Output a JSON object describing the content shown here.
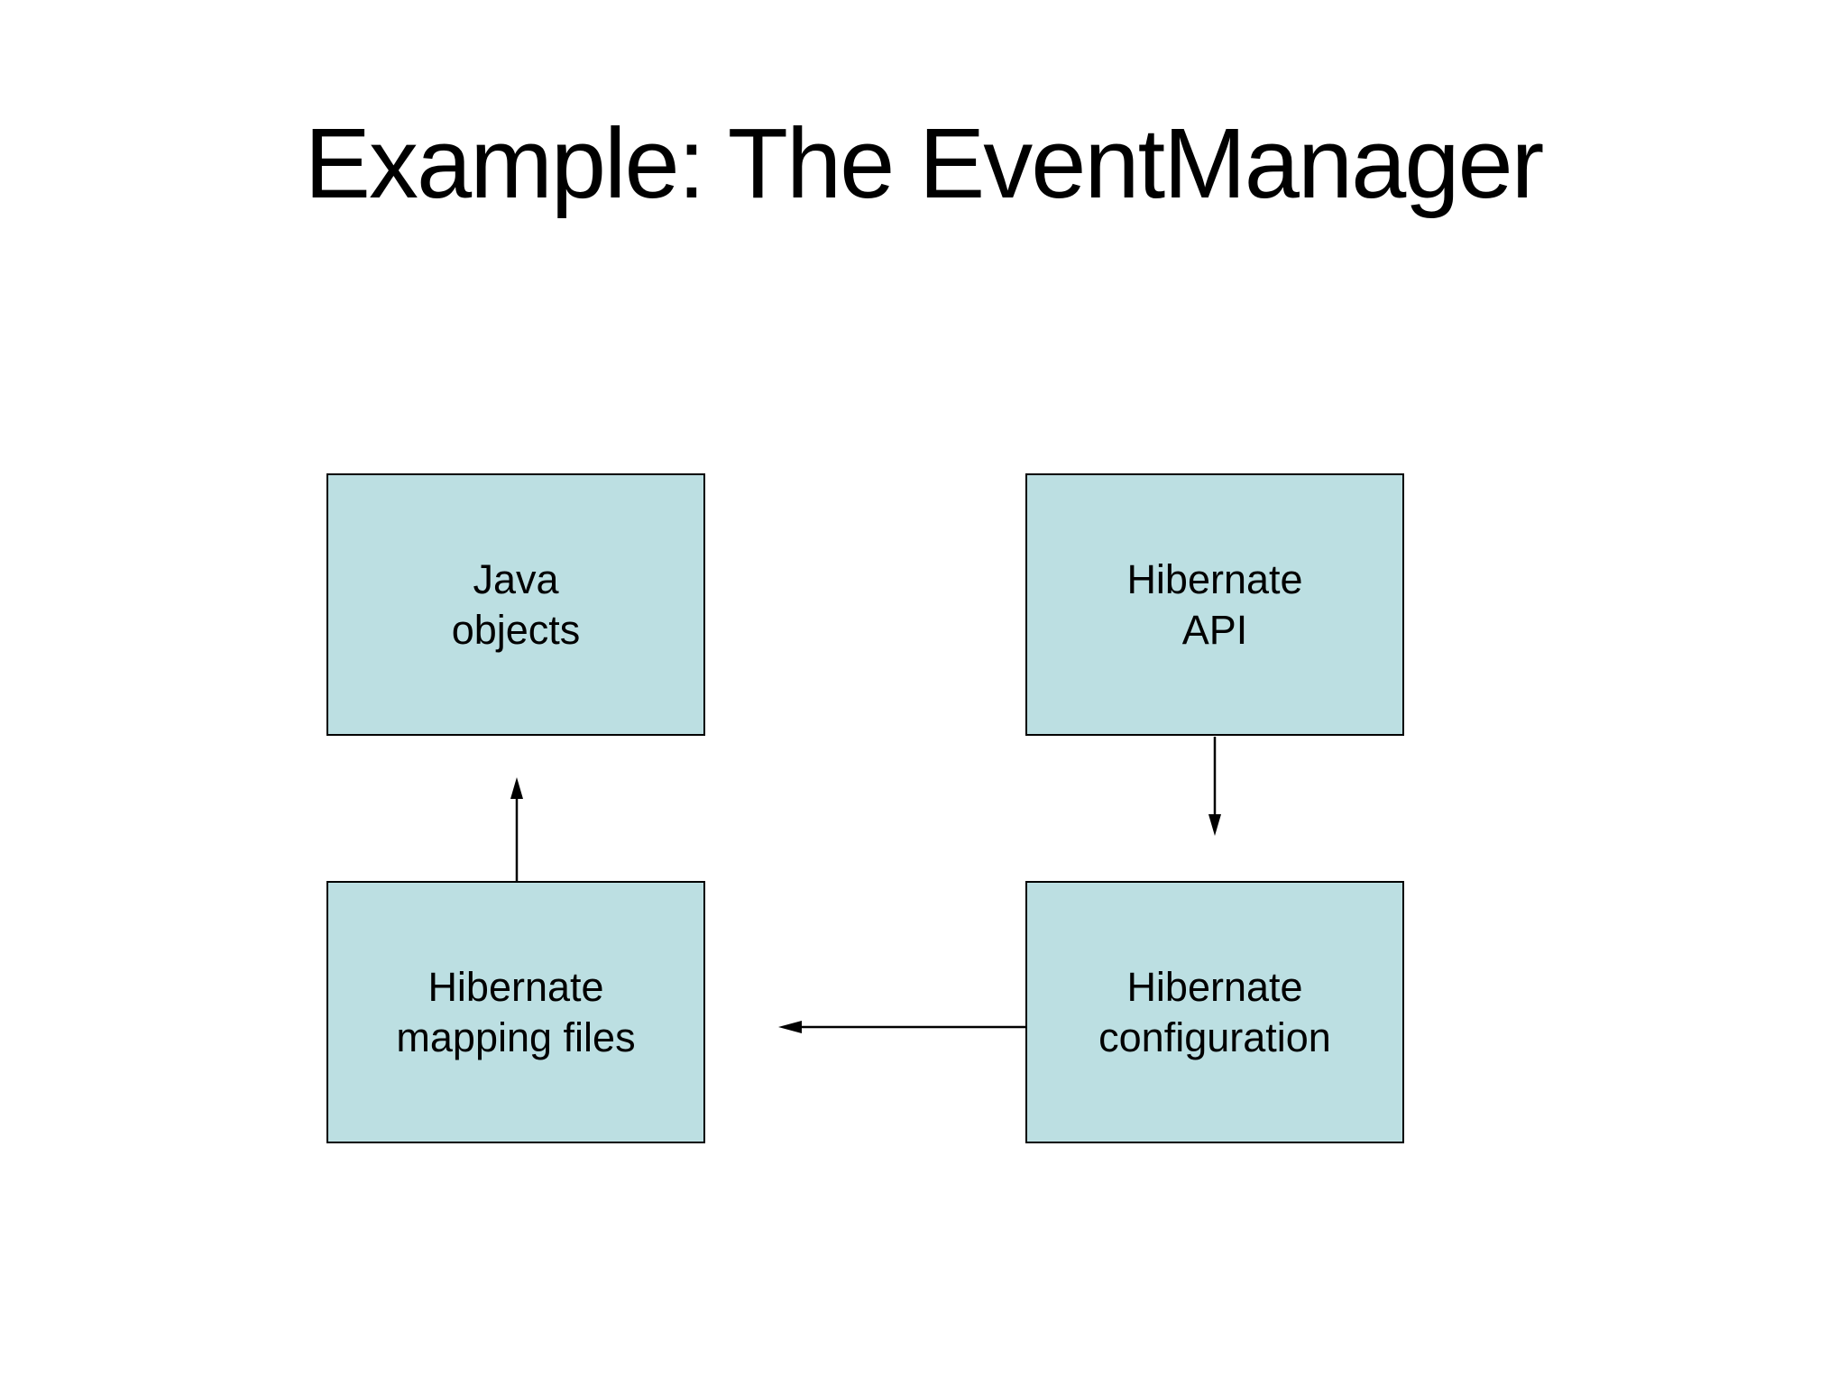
{
  "slide": {
    "title": "Example: The EventManager"
  },
  "diagram": {
    "boxes": {
      "java_objects": {
        "line1": "Java",
        "line2": "objects"
      },
      "hibernate_api": {
        "line1": "Hibernate",
        "line2": "API"
      },
      "hibernate_mapping": {
        "line1": "Hibernate",
        "line2": "mapping files"
      },
      "hibernate_config": {
        "line1": "Hibernate",
        "line2": "configuration"
      }
    },
    "connections": [
      {
        "from": "hibernate_mapping",
        "to": "java_objects",
        "direction": "up"
      },
      {
        "from": "hibernate_api",
        "to": "hibernate_config",
        "direction": "down"
      },
      {
        "from": "hibernate_config",
        "to": "hibernate_mapping",
        "direction": "left"
      }
    ],
    "colors": {
      "background": "#ffffff",
      "box_fill": "#bcdfe2",
      "box_border": "#000000",
      "arrow": "#000000",
      "text": "#000000"
    }
  }
}
